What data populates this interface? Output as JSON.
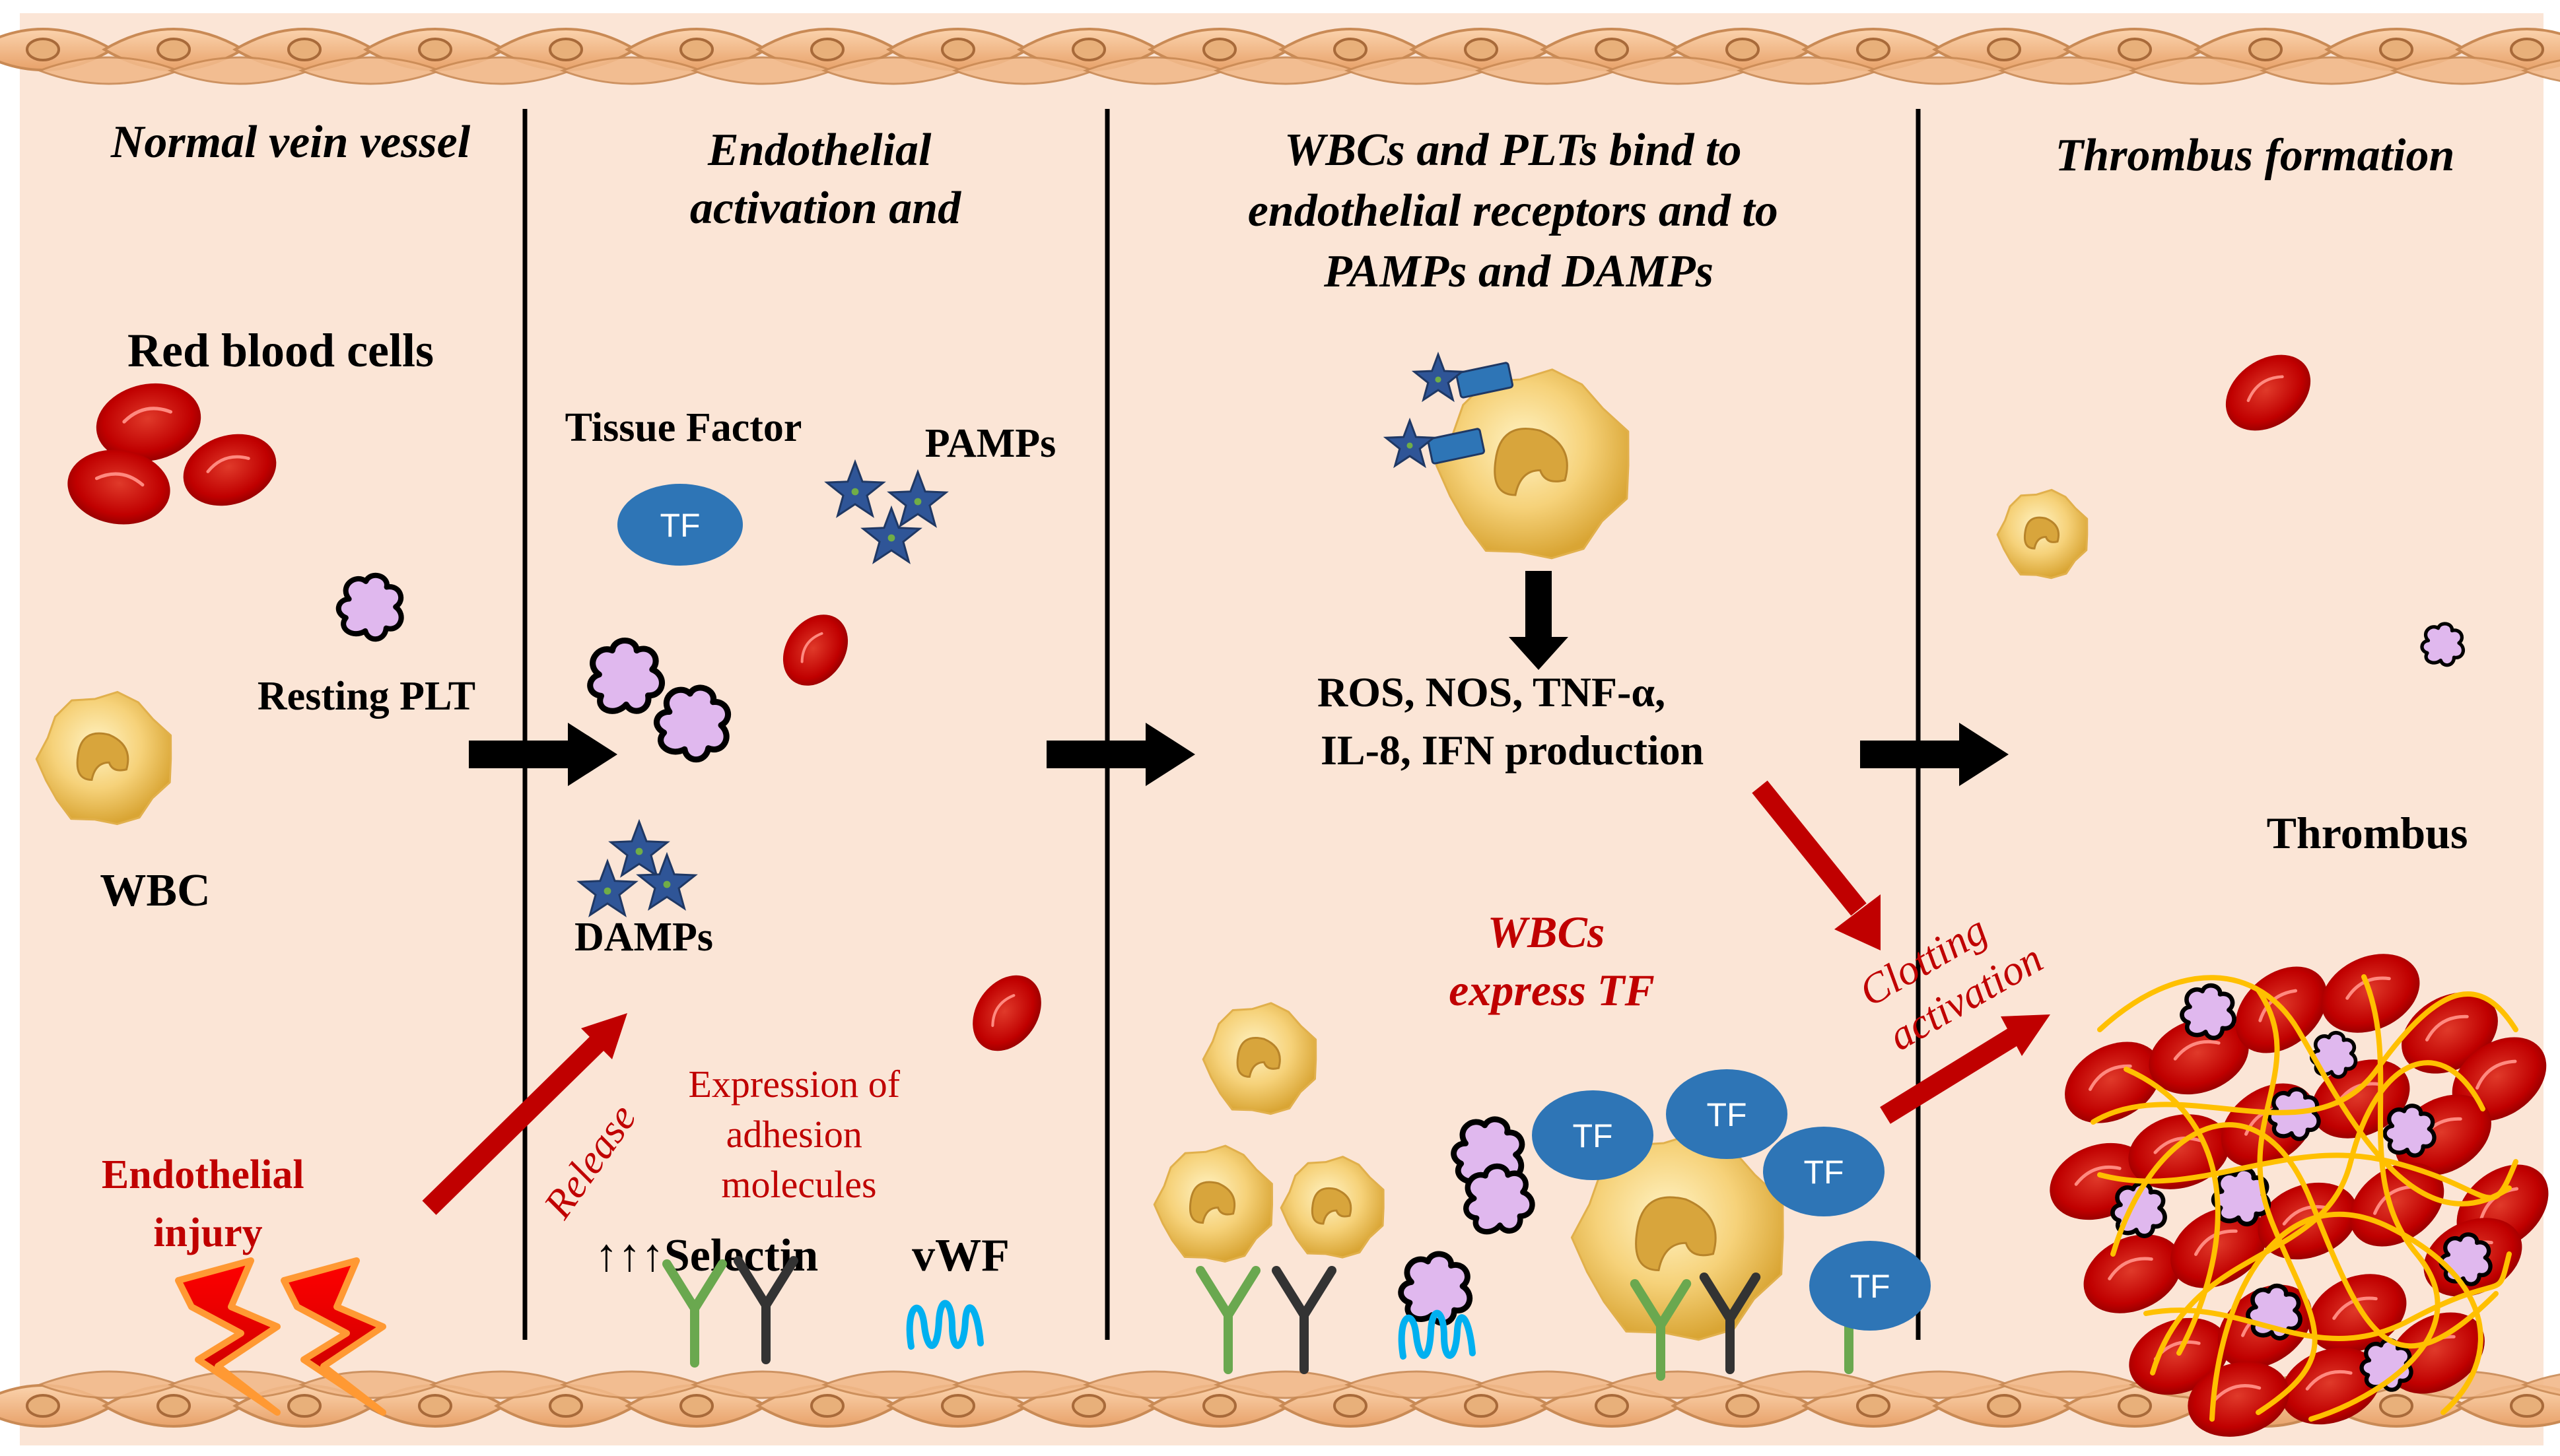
{
  "panels": [
    {
      "title_lines": [
        "Normal vein vessel"
      ]
    },
    {
      "title_lines": [
        "Endothelial",
        "activation and"
      ]
    },
    {
      "title_lines": [
        "WBCs and PLTs bind to",
        "endothelial receptors and to",
        "PAMPs and DAMPs"
      ]
    },
    {
      "title_lines": [
        "Thrombus formation"
      ]
    }
  ],
  "panel1": {
    "rbc_label": "Red blood cells",
    "plt_label": "Resting PLT",
    "wbc_label": "WBC",
    "injury_lines": [
      "Endothelial",
      "injury"
    ]
  },
  "panel2": {
    "tissue_factor_label": "Tissue Factor",
    "tf_label": "TF",
    "pamps_label": "PAMPs",
    "damps_label": "DAMPs",
    "release_label": "Release",
    "expression_lines": [
      "Expression of",
      "adhesion",
      "molecules"
    ],
    "selectin_label": "↑↑↑Selectin",
    "vwf_label": "vWF"
  },
  "panel3": {
    "production_lines": [
      "ROS, NOS, TNF-α,",
      "IL-8, IFN production"
    ],
    "express_lines": [
      "WBCs",
      "express TF"
    ],
    "clotting_lines": [
      "Clotting",
      "activation"
    ],
    "tf_labels": [
      "TF",
      "TF",
      "TF",
      "TF"
    ]
  },
  "panel4": {
    "thrombus_label": "Thrombus"
  },
  "colors": {
    "background": "#fbe5d6",
    "dark_red": "#c00000",
    "rbc": "#c00000",
    "wbc": "#f0c060",
    "platelet": "#e0b8ee",
    "tf_blue": "#2e75b6",
    "star_blue": "#2f5597",
    "endothelium": "#f4b183",
    "fibrin": "#ffc000"
  }
}
